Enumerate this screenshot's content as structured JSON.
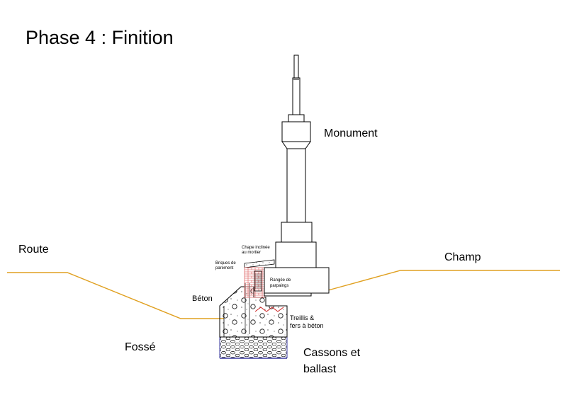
{
  "title": "Phase 4 : Finition",
  "labels": {
    "monument": "Monument",
    "route": "Route",
    "champ": "Champ",
    "beton": "Béton",
    "fosse": "Fossé",
    "cassons_line1": "Cassons et",
    "cassons_line2": "ballast",
    "treillis_line1": "Treillis &",
    "treillis_line2": "fers à béton",
    "chape_line1": "Chape inclinée",
    "chape_line2": "au mortier",
    "briques_line1": "Briques de",
    "briques_line2": "parement",
    "rangee_line1": "Rangée de",
    "rangee_line2": "parpaings"
  },
  "colors": {
    "ground": "#e0a020",
    "brick": "#e07070",
    "rebar": "#cc2222",
    "outline": "#000000",
    "foundation_base": "#3a3aa0"
  }
}
